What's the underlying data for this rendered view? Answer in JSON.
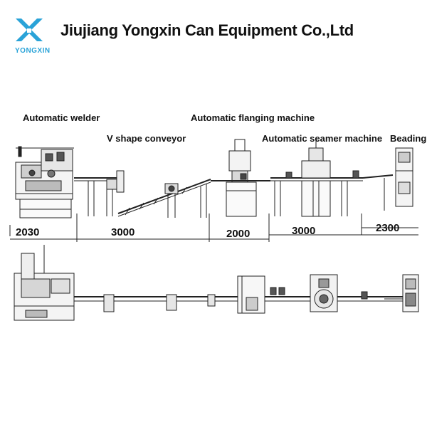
{
  "header": {
    "logo_text": "YONGXIN",
    "company_name": "Jiujiang Yongxin Can Equipment Co.,Ltd",
    "brand_color": "#2aa3d8"
  },
  "machines": {
    "welder": "Automatic welder",
    "conveyor": "V shape conveyor",
    "flanging": "Automatic flanging machine",
    "seamer": "Automatic seamer machine",
    "beading": "Beading"
  },
  "dimensions": [
    "2030",
    "3000",
    "2000",
    "3000",
    "2300"
  ]
}
